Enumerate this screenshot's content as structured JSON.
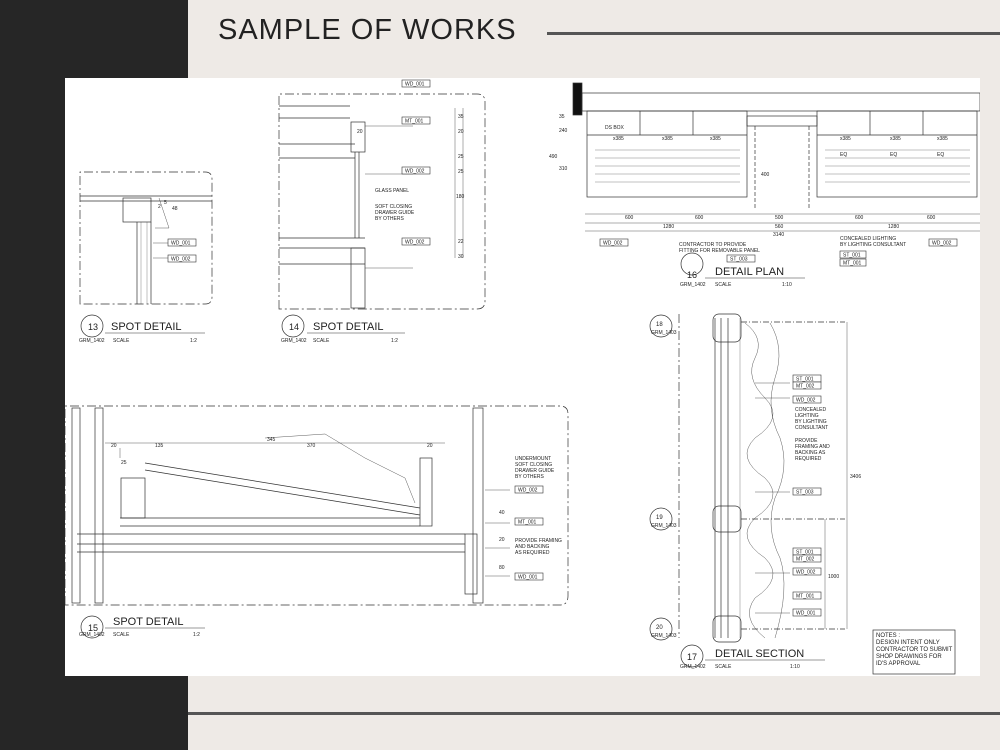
{
  "page": {
    "title": "SAMPLE OF WORKS"
  },
  "details": [
    {
      "num": "13",
      "title": "SPOT DETAIL",
      "ref": "GRM_1402",
      "scale_label": "SCALE",
      "scale": "1:2"
    },
    {
      "num": "14",
      "title": "SPOT DETAIL",
      "ref": "GRM_1402",
      "scale_label": "SCALE",
      "scale": "1:2"
    },
    {
      "num": "15",
      "title": "SPOT DETAIL",
      "ref": "GRM_1402",
      "scale_label": "SCALE",
      "scale": "1:2"
    },
    {
      "num": "16",
      "title": "DETAIL PLAN",
      "ref": "GRM_1402",
      "scale_label": "SCALE",
      "scale": "1:10"
    },
    {
      "num": "17",
      "title": "DETAIL SECTION",
      "ref": "GRM_1402",
      "scale_label": "SCALE",
      "scale": "1:10"
    }
  ],
  "sections": [
    {
      "num": "18",
      "ref": "GRM_1403"
    },
    {
      "num": "19",
      "ref": "GRM_1403"
    },
    {
      "num": "20",
      "ref": "GRM_1403"
    }
  ],
  "tags": {
    "d13": [
      "WD_001",
      "WD_002"
    ],
    "d14": [
      "WD_001",
      "MT_001",
      "WD_002",
      "WD_002"
    ],
    "d15": [
      "WD_002",
      "MT_001",
      "WD_001"
    ],
    "d16": [
      "WD_002",
      "ST_003",
      "ST_001",
      "MT_001",
      "WD_002"
    ],
    "d17": [
      "ST_001",
      "MT_002",
      "WD_002",
      "ST_003",
      "ST_001",
      "MT_002",
      "WD_002",
      "MT_001",
      "WD_001"
    ]
  },
  "dims": {
    "d13": [
      "2",
      "5",
      "48"
    ],
    "d14": [
      "20",
      "35",
      "20",
      "25",
      "25",
      "180",
      "22",
      "30"
    ],
    "d15": [
      "20",
      "135",
      "345",
      "370",
      "20",
      "25",
      "40",
      "20",
      "80"
    ],
    "d16": [
      "600",
      "1280",
      "600",
      "500",
      "560",
      "3140",
      "600",
      "1280",
      "600",
      "490",
      "310",
      "240",
      "35",
      "400"
    ],
    "d17": [
      "3406",
      "1000"
    ]
  },
  "notes": {
    "d14_glass": "GLASS PANEL",
    "d14_drawer": [
      "SOFT CLOSING",
      "DRAWER GUIDE",
      "BY OTHERS"
    ],
    "d15_drawer": [
      "UNDERMOUNT",
      "SOFT CLOSING",
      "DRAWER GUIDE",
      "BY OTHERS"
    ],
    "d15_framing": [
      "PROVIDE FRAMING",
      "AND BACKING",
      "AS REQUIRED"
    ],
    "d16_ds": "DS BOX",
    "d16_plan": [
      "x385",
      "x385",
      "x385",
      "x385",
      "x385",
      "x385",
      "EQ",
      "EQ",
      "EQ"
    ],
    "d16_contractor": [
      "CONTRACTOR TO PROVIDE",
      "FITTING FOR REMOVABLE PANEL"
    ],
    "d16_lighting": [
      "CONCEALED LIGHTING",
      "BY LIGHTING CONSULTANT"
    ],
    "d17_lighting": [
      "CONCEALED",
      "LIGHTING",
      "BY LIGHTING",
      "CONSULTANT"
    ],
    "d17_framing": [
      "PROVIDE",
      "FRAMING AND",
      "BACKING AS",
      "REQUIRED"
    ],
    "general": [
      "NOTES :",
      "DESIGN INTENT ONLY",
      "CONTRACTOR TO SUBMIT",
      "SHOP DRAWINGS FOR",
      "ID'S APPROVAL"
    ]
  }
}
